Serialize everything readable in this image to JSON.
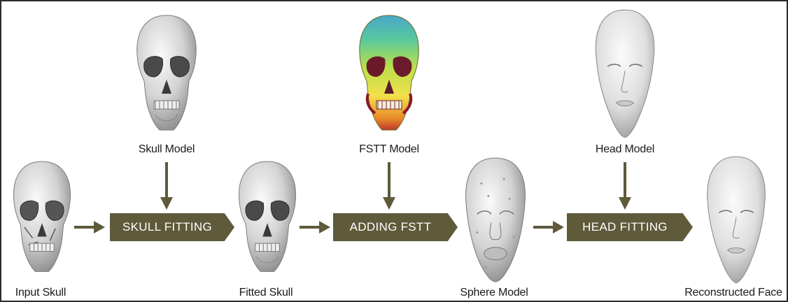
{
  "diagram": {
    "inputs_top": [
      {
        "label": "Skull Model"
      },
      {
        "label": "FSTT Model"
      },
      {
        "label": "Head Model"
      }
    ],
    "pipeline": [
      {
        "label": "Input Skull"
      },
      {
        "label": "Fitted Skull"
      },
      {
        "label": "Sphere Model"
      },
      {
        "label": "Reconstructed Face"
      }
    ],
    "stages": [
      {
        "label": "SKULL FITTING"
      },
      {
        "label": "ADDING FSTT"
      },
      {
        "label": "HEAD FITTING"
      }
    ]
  },
  "colors": {
    "stage_fill": "#5e5a3a",
    "arrow": "#5e5a3a",
    "frame": "#2b2b2b"
  }
}
